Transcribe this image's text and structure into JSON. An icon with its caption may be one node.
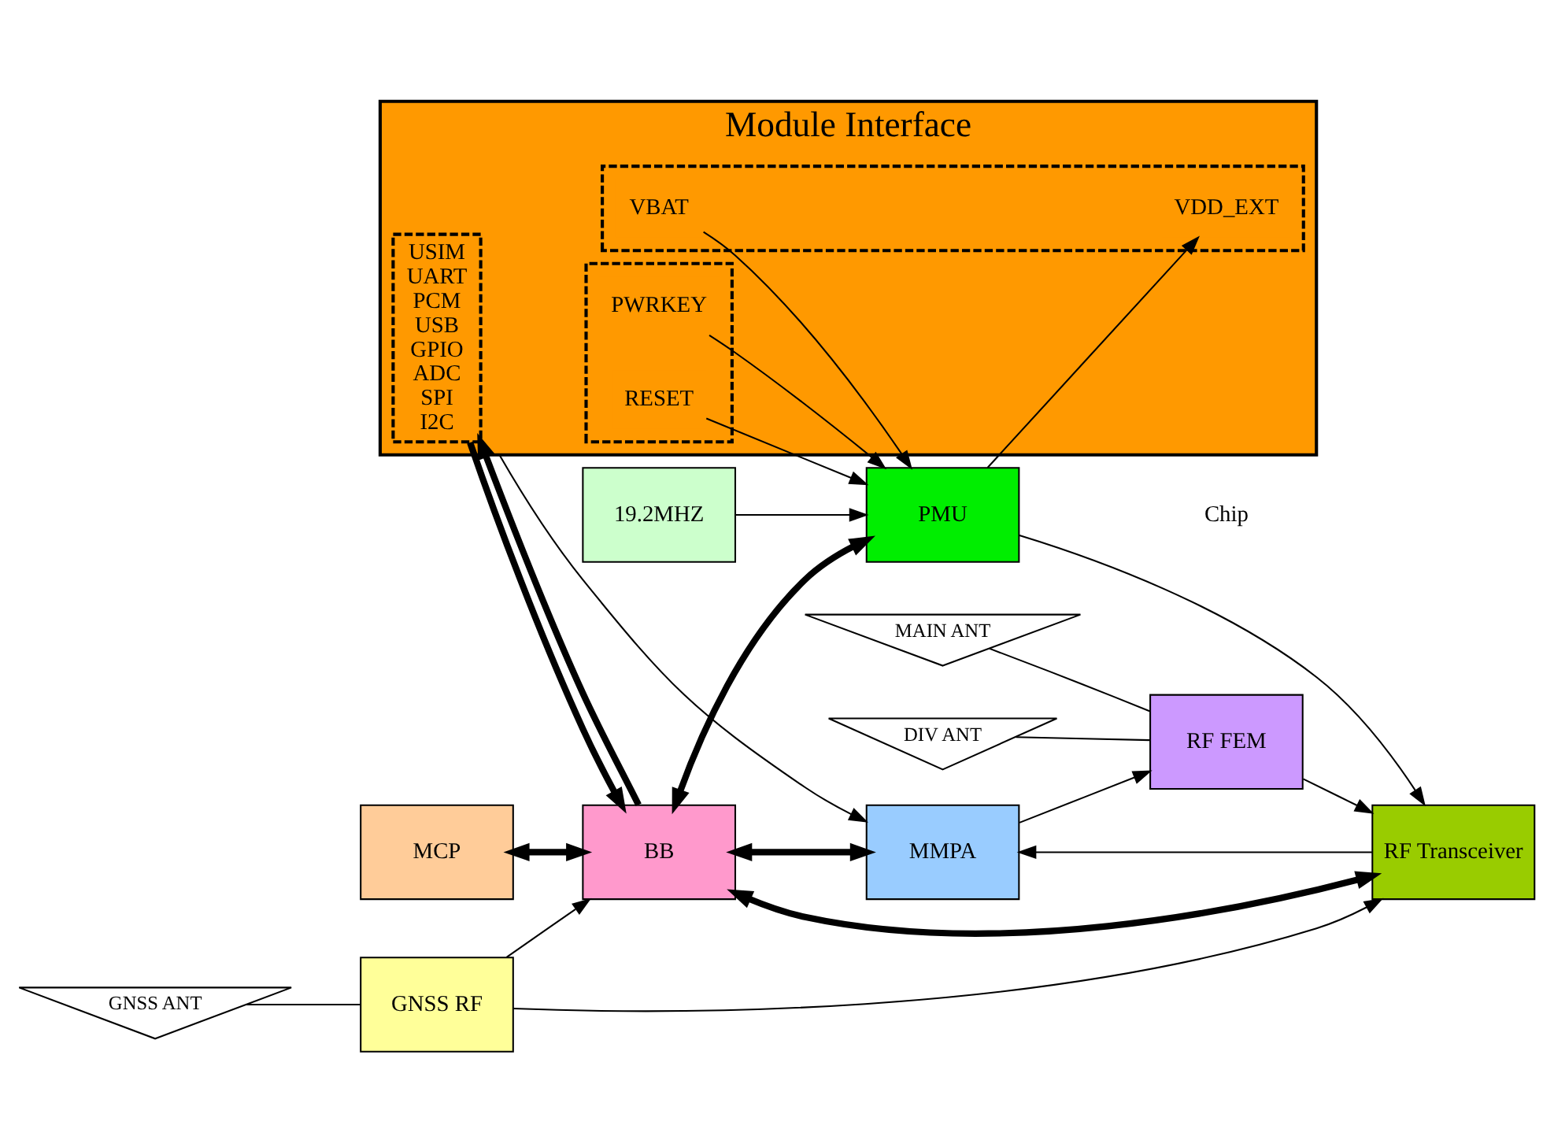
{
  "diagram": {
    "nodes": [
      {
        "text": [
          "Module Interface"
        ]
      },
      {
        "text": [
          "USIM",
          "UART",
          "PCM",
          "USB",
          "GPIO",
          "ADC",
          "SPI",
          "I2C"
        ],
        "in": 0
      },
      {
        "text": [],
        "shape": "box",
        "in": 0
      },
      {
        "text": [
          "PWRKEY"
        ],
        "in": 2
      },
      {
        "text": [
          "RESET"
        ],
        "in": 2
      },
      {
        "text": [],
        "shape": "box",
        "in": 0
      },
      {
        "text": [
          "VBAT"
        ],
        "in": 5
      },
      {
        "text": [
          "VDD_EXT"
        ],
        "in": 5
      },
      {
        "text": [
          "MCP"
        ]
      },
      {
        "text": [
          "BB"
        ]
      },
      {
        "text": [
          "GNSS RF"
        ]
      },
      {
        "text": [
          "RF FEM"
        ]
      },
      {
        "text": [
          "MMPA"
        ]
      },
      {
        "text": [
          "RF Transceiver"
        ]
      },
      {
        "text": [
          "PMU"
        ]
      },
      {
        "text": [
          "19.2MHZ"
        ]
      },
      {
        "text": [
          "GNSS ANT"
        ]
      },
      {
        "text": [
          "MAIN ANT"
        ]
      },
      {
        "text": [
          "DIV ANT"
        ]
      }
    ],
    "edges": [
      {
        "from": 8,
        "to": 9,
        "arrow": "both",
        "style": "thick"
      },
      {
        "from": 1,
        "to": 9,
        "arrow": "to",
        "style": "thick"
      },
      {
        "from": 9,
        "to": 1,
        "arrow": "to",
        "style": "thick"
      },
      {
        "from": 16,
        "to": 10,
        "arrow": "none"
      },
      {
        "from": 17,
        "to": 11,
        "arrow": "none"
      },
      {
        "from": 18,
        "to": 11,
        "arrow": "none"
      },
      {
        "from": 10,
        "to": 9,
        "arrow": "to"
      },
      {
        "from": 10,
        "to": 13,
        "arrow": "to"
      },
      {
        "from": 11,
        "to": 13,
        "arrow": "to"
      },
      {
        "from": 9,
        "to": 12,
        "arrow": "both",
        "style": "thick"
      },
      {
        "from": 9,
        "to": 13,
        "arrow": "both",
        "style": "thick"
      },
      {
        "from": 9,
        "to": 14,
        "arrow": "both",
        "style": "thick"
      },
      {
        "from": 13,
        "to": 12,
        "arrow": "to"
      },
      {
        "from": 12,
        "to": 11,
        "arrow": "to"
      },
      {
        "from": 3,
        "to": 14,
        "arrow": "to"
      },
      {
        "from": 4,
        "to": 14,
        "arrow": "to"
      },
      {
        "from": 6,
        "to": 14,
        "arrow": "to"
      },
      {
        "from": 14,
        "to": 7,
        "arrow": "to"
      },
      {
        "from": 14,
        "to": 13,
        "arrow": "to"
      },
      {
        "from": 15,
        "to": 14,
        "arrow": "to"
      },
      {
        "from": 0,
        "to": 12,
        "arrow": "to"
      }
    ],
    "labels": [
      "Chip"
    ]
  }
}
